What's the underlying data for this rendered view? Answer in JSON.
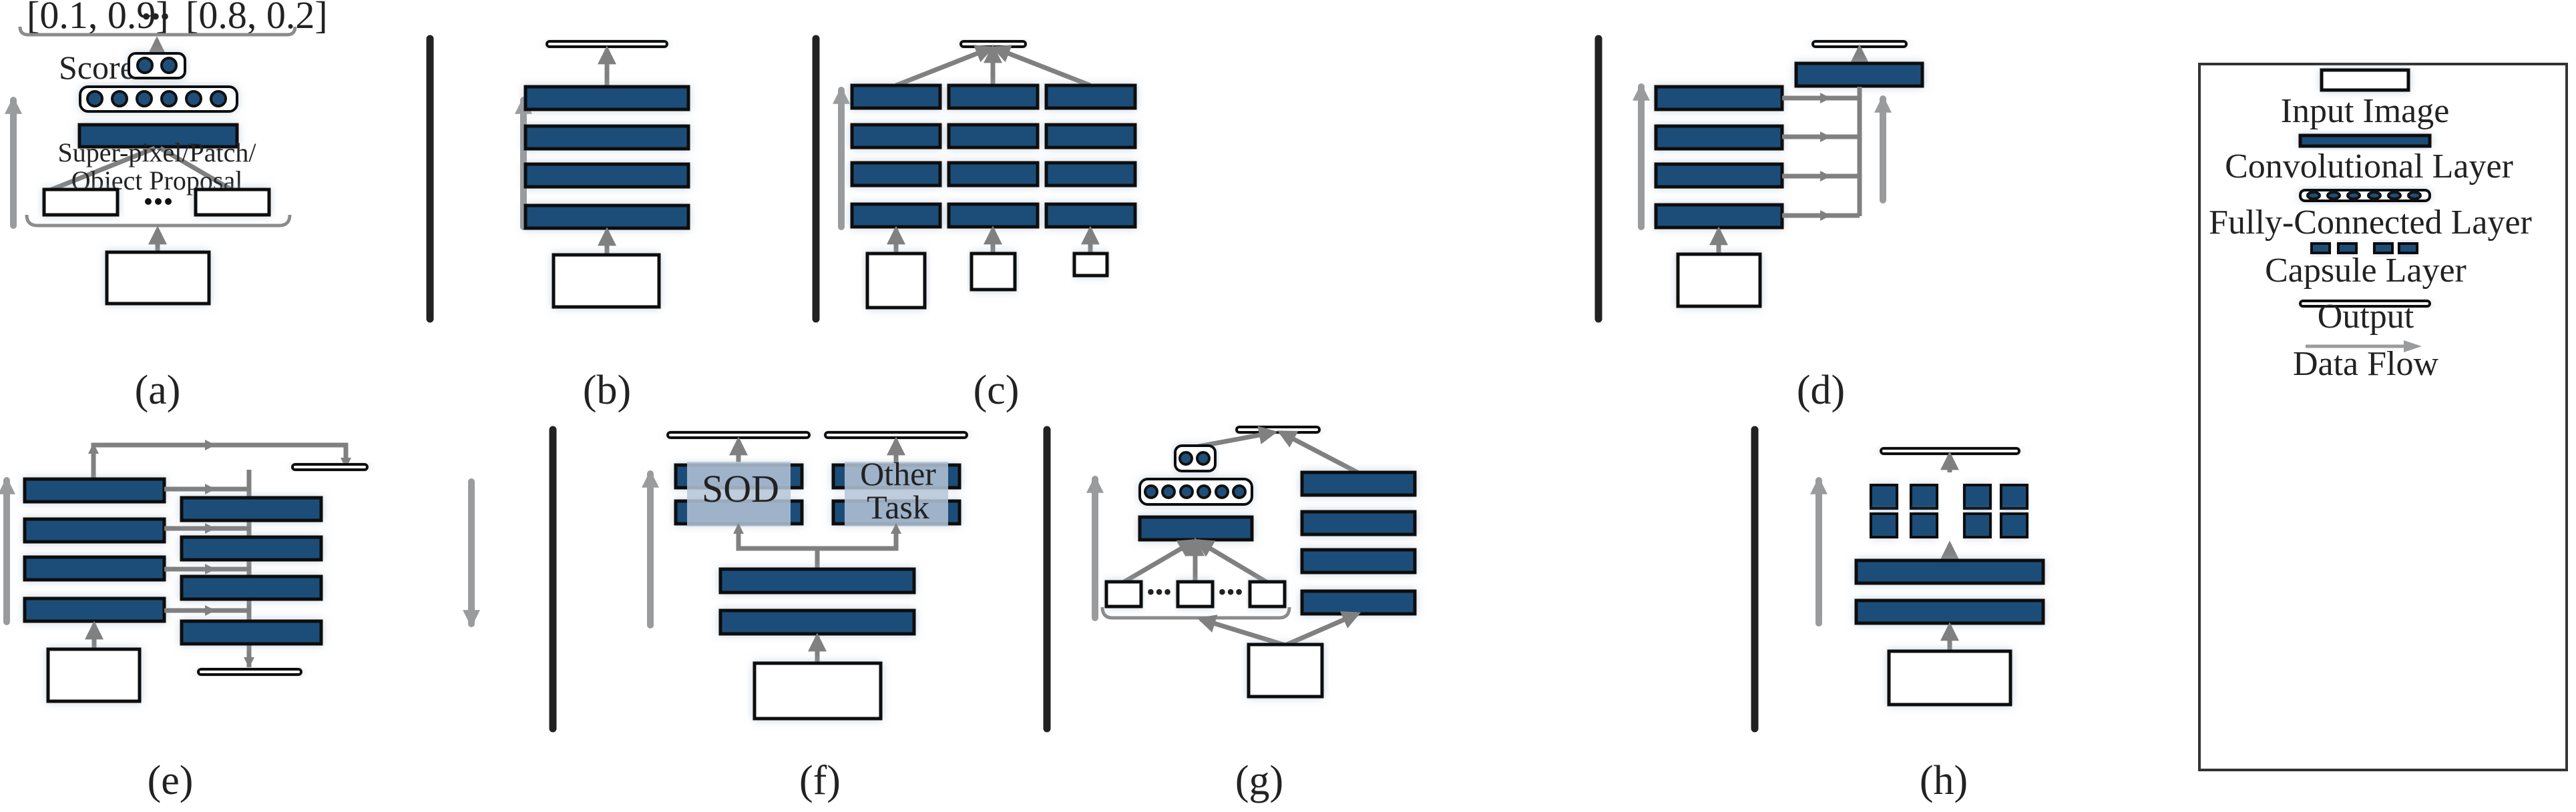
{
  "figure": {
    "panels": [
      {
        "id": "a",
        "label": "(a)"
      },
      {
        "id": "b",
        "label": "(b)"
      },
      {
        "id": "c",
        "label": "(c)"
      },
      {
        "id": "d",
        "label": "(d)"
      },
      {
        "id": "e",
        "label": "(e)"
      },
      {
        "id": "f",
        "label": "(f)"
      },
      {
        "id": "g",
        "label": "(g)"
      },
      {
        "id": "h",
        "label": "(h)"
      }
    ],
    "panel_a": {
      "score_left": "[0.1, 0.9]",
      "score_right": "[0.8, 0.2]",
      "ellipsis": "•••",
      "score_label": "Score",
      "proposal_line1": "Super-pixel/Patch/",
      "proposal_line2": "Object Proposal"
    },
    "panel_f": {
      "task1": "SOD",
      "task2_line1": "Other",
      "task2_line2": "Task"
    },
    "panel_g": {
      "ellipsis": "•••"
    }
  },
  "legend": {
    "items": [
      {
        "icon": "input-image-icon",
        "label": "Input Image"
      },
      {
        "icon": "convolutional-layer-icon",
        "label": "Convolutional Layer"
      },
      {
        "icon": "fully-connected-layer-icon",
        "label": "Fully-Connected Layer"
      },
      {
        "icon": "capsule-layer-icon",
        "label": "Capsule Layer"
      },
      {
        "icon": "output-icon",
        "label": "Output"
      },
      {
        "icon": "data-flow-arrow-icon",
        "label": "Data Flow"
      }
    ]
  },
  "colors": {
    "conv_fill": "#1f4e79",
    "flow_gray": "#808080",
    "task_overlay": "#b5c6d8",
    "separator": "#222222"
  }
}
